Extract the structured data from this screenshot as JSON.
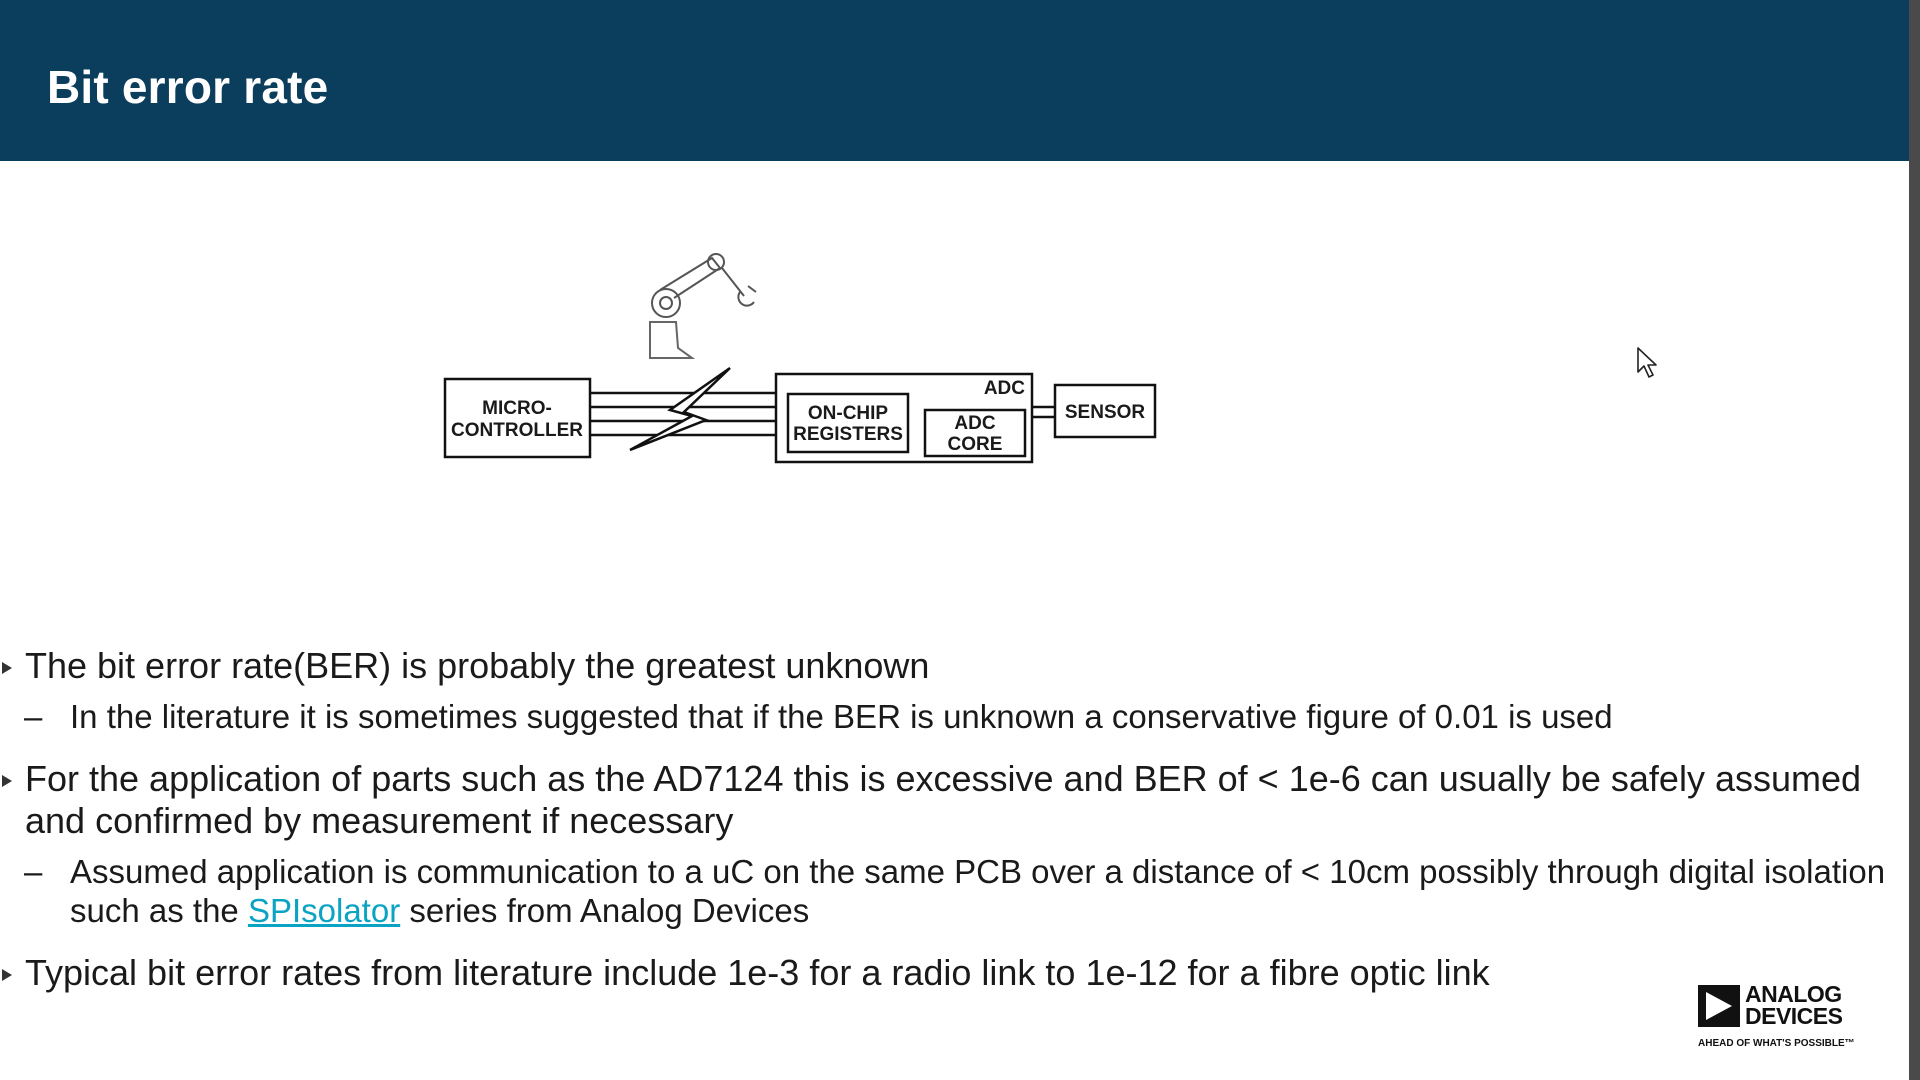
{
  "slide": {
    "title": "Bit error rate"
  },
  "diagram": {
    "micro_line1": "MICRO-",
    "micro_line2": "CONTROLLER",
    "adc_label": "ADC",
    "onchip_line1": "ON-CHIP",
    "onchip_line2": "REGISTERS",
    "core_line1": "ADC",
    "core_line2": "CORE",
    "sensor_label": "SENSOR",
    "robot_icon": "robot-arm-icon",
    "interference_icon": "lightning-bolt-icon"
  },
  "bullets": {
    "b1": "The bit error rate(BER) is probably the greatest unknown",
    "b1_sub": "In the literature it is sometimes suggested that if the BER is unknown a conservative figure of 0.01 is used",
    "b2": "For the application of parts such as the AD7124 this is excessive and BER of < 1e-6 can usually be safely assumed and confirmed by measurement if necessary",
    "b2_sub_before": "Assumed application is communication to a uC on the same PCB over a distance of < 10cm possibly through digital isolation such as the ",
    "b2_sub_link": "SPIsolator",
    "b2_sub_after": " series from Analog Devices",
    "b3": "Typical bit error rates from literature include 1e-3 for a radio link to 1e-12 for a fibre optic link",
    "dash": "–"
  },
  "logo": {
    "name_line1": "ANALOG",
    "name_line2": "DEVICES",
    "tagline": "AHEAD OF WHAT'S POSSIBLE™"
  },
  "colors": {
    "title_bar": "#0b3d5c",
    "link": "#0aa3c3"
  },
  "icons": [
    "robot-arm-icon",
    "lightning-bolt-icon",
    "mouse-pointer-icon",
    "bullet-arrow-icon",
    "analog-devices-logo-icon"
  ]
}
